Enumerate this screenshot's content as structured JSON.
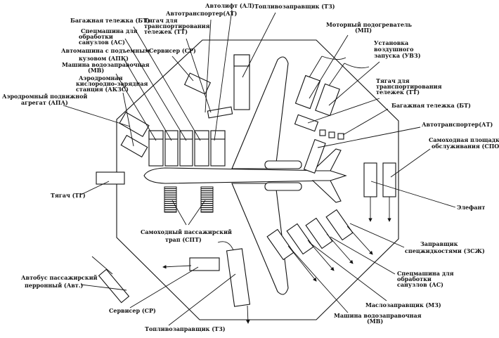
{
  "title": "",
  "labels": {
    "al": [
      "Автолифт (АЛ)"
    ],
    "tz_top": [
      "Топливозаправщик (ТЗ)"
    ],
    "at_top": [
      "Автотранспортер(АТ)"
    ],
    "bt_top": [
      "Багажная тележка (БТ)"
    ],
    "tt_top": [
      "Тягач для",
      "транспортирования",
      "тележек (ТТ)"
    ],
    "as_top": [
      "Спецмашина для",
      "обработки",
      "санузлов (АС)"
    ],
    "sr_top": [
      "Сервисер (СР)"
    ],
    "apk": [
      "Автомашина с подъемным",
      "кузовом (АПК)"
    ],
    "mv_top": [
      "Машина водозаправочная",
      "(МВ)"
    ],
    "akzs": [
      "Аэродромная",
      "кислородно-зарядная",
      "станция (АКЗС)"
    ],
    "apa": [
      "Аэродромный подвижной",
      "агрегат (АПА)"
    ],
    "mp": [
      "Моторный подогреватель",
      "(МП)"
    ],
    "uvz": [
      "Установка",
      "воздушного",
      "запуска (УВЗ)"
    ],
    "tt_right": [
      "Тягач для",
      "транспортирования",
      "тележек (ТТ)"
    ],
    "bt_right": [
      "Багажная тележка (БТ)"
    ],
    "at_right": [
      "Автотранспортер(АТ)"
    ],
    "spo": [
      "Самоходная площадка",
      "обслуживания (СПО)"
    ],
    "elefant": [
      "Элефант"
    ],
    "tg": [
      "Тягач (ТГ)"
    ],
    "spt": [
      "Самоходный пассажирский",
      "трап (СПТ)"
    ],
    "zszh": [
      "Заправщик",
      "спецжидкостями (ЗСЖ)"
    ],
    "as_bottom": [
      "Спецмашина для",
      "обработки",
      "санузлов (АС)"
    ],
    "mz": [
      "Маслозаправщик (МЗ)"
    ],
    "mv_bottom": [
      "Машина водозаправочная",
      "(МВ)"
    ],
    "avt": [
      "Автобус пассажирский",
      "перронный (Авт.)"
    ],
    "sr_bottom": [
      "Сервисер (СР)"
    ],
    "tz_bottom": [
      "Топливозаправщик (ТЗ)"
    ]
  }
}
